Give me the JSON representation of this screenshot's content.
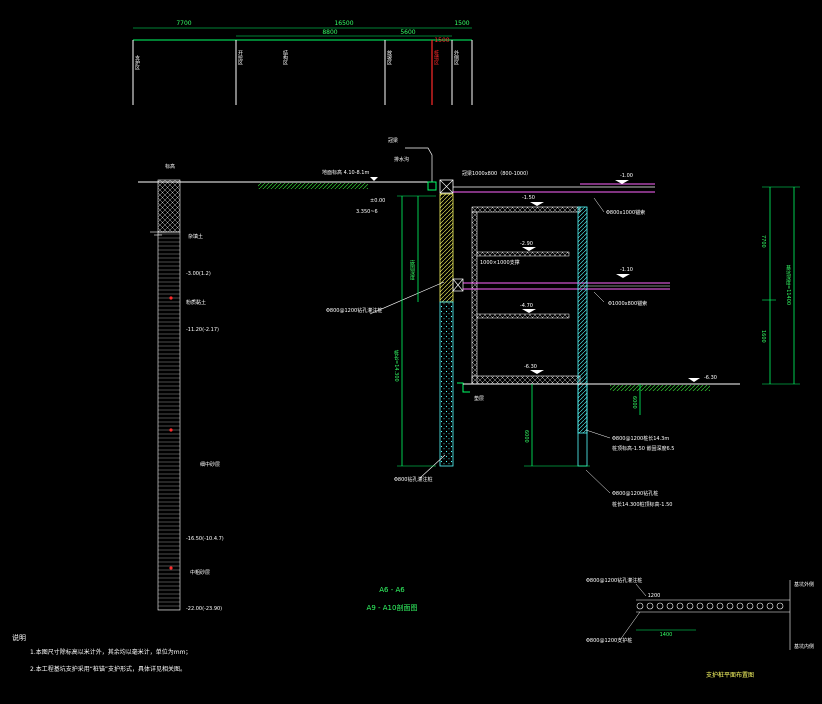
{
  "colors": {
    "background": "#000000",
    "line": "#ffffff",
    "dim": "#00ff66",
    "highlight": "#ff2a2a",
    "wall": "#ffff66",
    "pipe": "#ff66ff",
    "pile": "#55ffff",
    "text_white": "#ffffff",
    "text_green": "#33ff66",
    "text_yellow": "#ffff66"
  },
  "top_dims": {
    "overall": [
      "7700",
      "16500",
      "1500"
    ],
    "segments": [
      "8800",
      "5600",
      "1500"
    ]
  },
  "zone_labels": [
    "支护区",
    "开挖区",
    "结构区",
    "放坡区",
    "桩墙区",
    "外侧区"
  ],
  "soil_column": {
    "head": "标高",
    "layers": [
      "杂填土",
      "-3.00(1.2)",
      "粉质黏土",
      "-11.20(-2.17)",
      "细中砂层",
      "-16.50(-10.4.7)",
      "中粗砂层",
      "-22.00(-23.90)"
    ]
  },
  "elevations": [
    "±0.00",
    "-1.50",
    "-2.90",
    "-4.70",
    "-6.30",
    "-1.00",
    "-1.10"
  ],
  "dims_right": [
    "7700",
    "1600",
    "基坑深度=11400"
  ],
  "dims_left": [
    "嵌固深度",
    "桩长=14.300"
  ],
  "dims_lower": [
    "6000",
    "6000"
  ],
  "callouts": {
    "crown_beam": "冠梁",
    "drain": "排水沟",
    "ground": "地面标高 4.10-8.1m",
    "top_detail": "冠梁1000x800（800-1000）",
    "pipe_top": "Φ800x1000锚索",
    "pipe_mid": "Φ1000x800锚索",
    "strut": "1000×1000支撑",
    "wall": "Φ800@1200钻孔灌注桩",
    "bottom_pile": "Φ800钻孔灌注桩",
    "right_pile": "Φ800@1200桩长14.3m",
    "right_pile_b": "桩顶标高-1.50 嵌固深度6.5",
    "base": "垫层",
    "note_mid": "3.350~6",
    "right_bottom": "Φ800@1200钻孔桩",
    "right_bottom_b": "桩长14.300桩顶标高-1.50"
  },
  "section": {
    "name": "A6 - A6",
    "subtitle": "A9 - A10剖面图"
  },
  "notes": {
    "head": "说明",
    "lines": [
      "1.本图尺寸除标高以米计外，其余均以毫米计，单位为mm；",
      "2.本工程基坑支护采用“桩锚”支护形式，具体详见相关图。"
    ]
  },
  "plan_detail": {
    "title": "支护桩平面布置图",
    "label_top": "Φ800@1200钻孔灌注桩",
    "label_mid": "1200",
    "label_bottom": "Φ800@1200支护桩",
    "right_a": "基坑外侧",
    "right_b": "基坑内侧",
    "dim": "1400"
  }
}
